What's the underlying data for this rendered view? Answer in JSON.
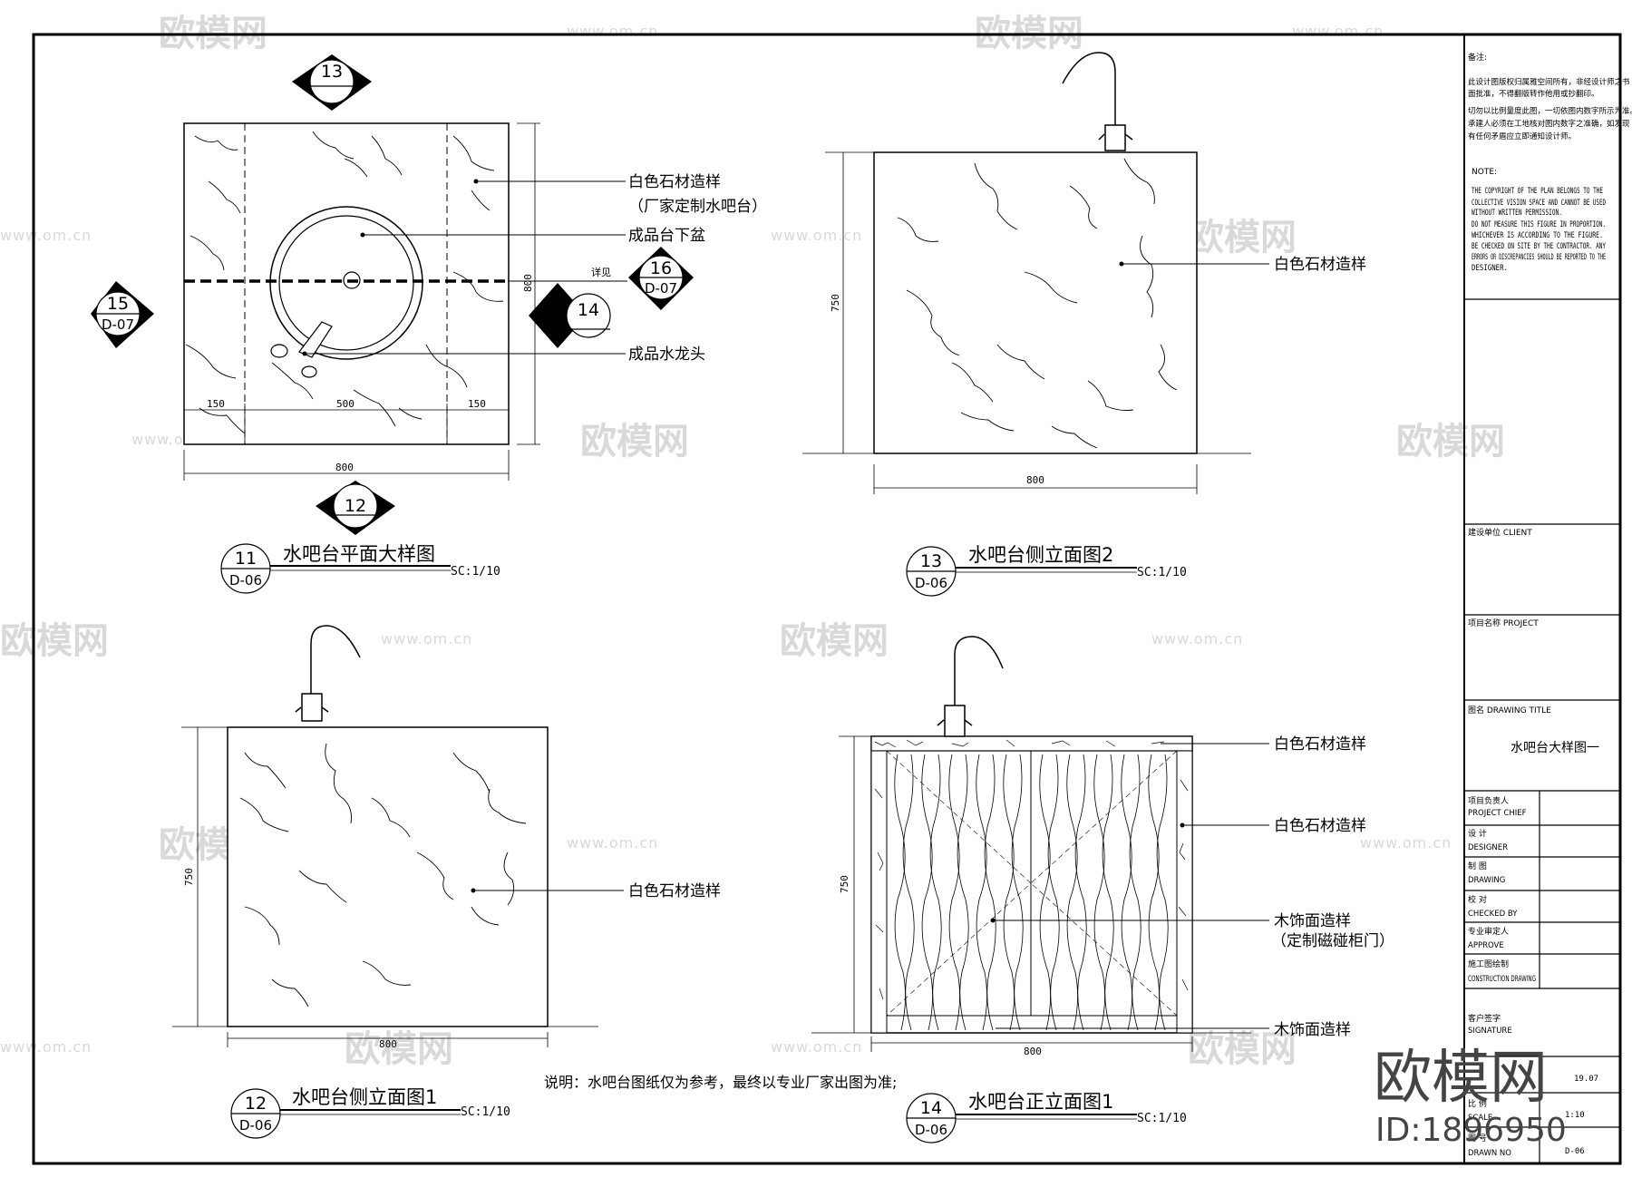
{
  "watermark": {
    "brand": "欧模网",
    "url": "www.om.cn"
  },
  "brand_badge": {
    "name": "欧模网",
    "id": "ID:1896950"
  },
  "view11": {
    "title": "水吧台平面大样图",
    "num": "11",
    "ref": "D-06",
    "scale": "SC:1/10",
    "labels": {
      "stone": "白色石材造样",
      "stone_sub": "（厂家定制水吧台）",
      "basin": "成品台下盆",
      "faucet": "成品水龙头",
      "detail": "详见"
    },
    "dims": {
      "left": "150",
      "mid": "500",
      "right": "150",
      "total": "800",
      "height": "800"
    },
    "markers": {
      "top": "13",
      "bottom": "12",
      "right": "14",
      "left_num": "15",
      "left_ref": "D-07",
      "detail_num": "16",
      "detail_ref": "D-07"
    }
  },
  "view13": {
    "title": "水吧台侧立面图2",
    "num": "13",
    "ref": "D-06",
    "scale": "SC:1/10",
    "labels": {
      "stone": "白色石材造样"
    },
    "dims": {
      "width": "800",
      "height": "750"
    }
  },
  "view12": {
    "title": "水吧台侧立面图1",
    "num": "12",
    "ref": "D-06",
    "scale": "SC:1/10",
    "labels": {
      "stone": "白色石材造样"
    },
    "dims": {
      "width": "800",
      "height": "750"
    }
  },
  "view14": {
    "title": "水吧台正立面图1",
    "num": "14",
    "ref": "D-06",
    "scale": "SC:1/10",
    "labels": {
      "top_stone": "白色石材造样",
      "side_stone": "白色石材造样",
      "wood": "木饰面造样",
      "wood_sub": "（定制磁碰柜门）",
      "wood_bottom": "木饰面造样"
    },
    "dims": {
      "width": "800",
      "height": "750"
    }
  },
  "note": "说明：水吧台图纸仅为参考，最终以专业厂家出图为准;",
  "title_block": {
    "remarks_heading": "备注:",
    "remarks_cn": [
      "此设计图版权归属雅空间所有，非经设计师之书",
      "面批准，不得翻版转作他用或抄翻印。",
      "切勿以比例量度此图，一切依图内数字所示为准。",
      "承建人必须在工地核对图内数字之准确，如发现",
      "有任何矛盾应立即通知设计师。"
    ],
    "note_heading": "NOTE:",
    "remarks_en": [
      "THE COPYRIGHT OF THE PLAN BELONGS TO THE",
      "COLLECTIVE VISION SPACE AND CANNOT BE USED",
      "WITHOUT WRITTEN PERMISSION.",
      "DO NOT MEASURE THIS FIGURE IN PROPORTION.",
      "WHICHEVER IS ACCORDING TO THE FIGURE.",
      "BE CHECKED ON SITE BY THE CONTRACTOR. ANY",
      "ERRORS OR DISCREPANCIES SHOULD BE REPORTED TO THE",
      "DESIGNER."
    ],
    "client": "建设单位 CLIENT",
    "project": "项目名称 PROJECT",
    "drawing_title_label": "图名 DRAWING TITLE",
    "drawing_title": "水吧台大样图一",
    "roles": [
      {
        "cn": "项目负责人",
        "en": "PROJECT CHIEF"
      },
      {
        "cn": "设 计",
        "en": "DESIGNER"
      },
      {
        "cn": "制 图",
        "en": "DRAWING"
      },
      {
        "cn": "校 对",
        "en": "CHECKED BY"
      },
      {
        "cn": "专业审定人",
        "en": "APPROVE"
      },
      {
        "cn": "施工图绘制",
        "en": "CONSTRUCTION DRAWING"
      }
    ],
    "signature": {
      "cn": "客户签字",
      "en": "SIGNATURE"
    },
    "date_value": "19.07",
    "scale_label": "比 例",
    "scale_en": "SCALE",
    "scale_value": "1:10",
    "drawing_no_label": "图 号",
    "drawing_no_en": "DRAWN NO",
    "drawing_no": "D-06"
  }
}
